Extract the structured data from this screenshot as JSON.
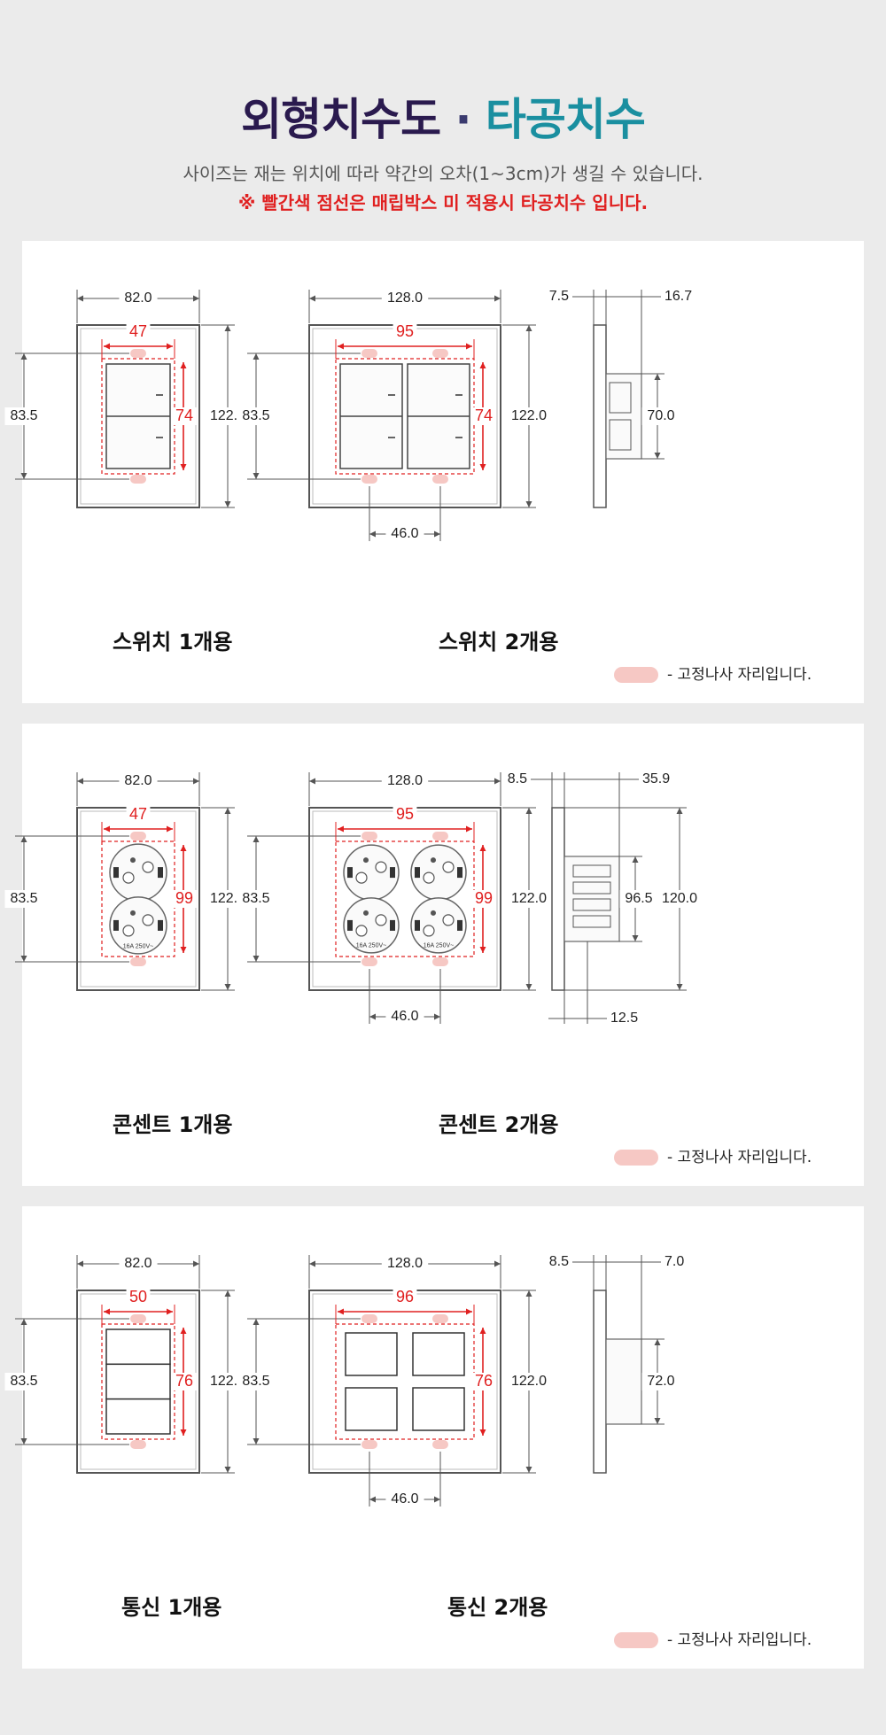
{
  "header": {
    "title_part1": "외형치수도",
    "title_dot": "·",
    "title_part2": "타공치수",
    "subtitle": "사이즈는 재는 위치에 따라 약간의 오차(1~3cm)가 생길 수 있습니다.",
    "notice": "※ 빨간색 점선은 매립박스 미 적용시 타공치수 입니다."
  },
  "colors": {
    "title": "#2a1a4e",
    "accent": "#1a8fa0",
    "notice": "#e02020",
    "dimension": "#e02020",
    "screw_pill": "#f6c8c4"
  },
  "legend_text": "- 고정나사 자리입니다.",
  "panels": [
    {
      "kind": "switch",
      "label_single": "스위치 1개용",
      "label_double": "스위치 2개용",
      "single": {
        "width": "82.0",
        "height": "122.0",
        "screw_gap": "83.5",
        "hole_w": "47",
        "hole_h": "74"
      },
      "double": {
        "width": "128.0",
        "height": "122.0",
        "screw_gap": "83.5",
        "hole_w": "95",
        "hole_h": "74",
        "pitch": "46.0"
      },
      "side": {
        "d1": "7.5",
        "d2": "16.7",
        "h": "70.0"
      }
    },
    {
      "kind": "outlet",
      "label_single": "콘센트 1개용",
      "label_double": "콘센트 2개용",
      "single": {
        "width": "82.0",
        "height": "122.0",
        "screw_gap": "83.5",
        "hole_w": "47",
        "hole_h": "99"
      },
      "double": {
        "width": "128.0",
        "height": "122.0",
        "screw_gap": "83.5",
        "hole_w": "95",
        "hole_h": "99",
        "pitch": "46.0"
      },
      "side": {
        "d1": "8.5",
        "d2": "35.9",
        "h": "96.5",
        "h2": "120.0",
        "bottom": "12.5"
      },
      "socket_text": "16A 250V~"
    },
    {
      "kind": "data",
      "label_single": "통신 1개용",
      "label_double": "통신 2개용",
      "single": {
        "width": "82.0",
        "height": "122.0",
        "screw_gap": "83.5",
        "hole_w": "50",
        "hole_h": "76"
      },
      "double": {
        "width": "128.0",
        "height": "122.0",
        "screw_gap": "83.5",
        "hole_w": "96",
        "hole_h": "76",
        "pitch": "46.0"
      },
      "side": {
        "d1": "8.5",
        "d2": "7.0",
        "h": "72.0"
      }
    }
  ]
}
